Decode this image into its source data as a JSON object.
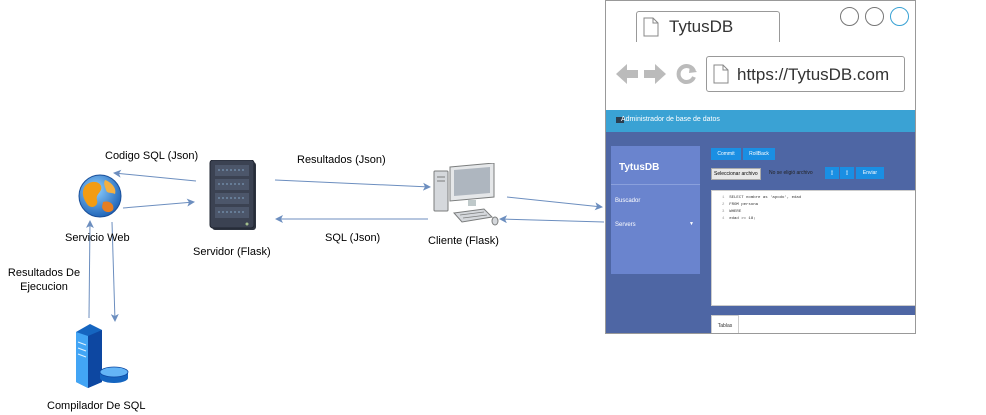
{
  "nodes": {
    "servicio_web": "Servicio Web",
    "servidor": "Servidor (Flask)",
    "cliente": "Cliente (Flask)",
    "compilador": "Compilador De SQL"
  },
  "edges": {
    "codigo_sql": "Codigo SQL (Json)",
    "resultados_json": "Resultados (Json)",
    "sql_json": "SQL (Json)",
    "resultados_ejecucion_line1": "Resultados De",
    "resultados_ejecucion_line2": "Ejecucion"
  },
  "browser": {
    "tab_title": "TytusDB",
    "url": "https://TytusDB.com",
    "app": {
      "header_title": "Administrador de base de datos",
      "sidebar_title": "TytusDB",
      "sidebar_items": [
        "Buscador",
        "Servers"
      ],
      "commit_label": "Commit",
      "rollback_label": "RollBack",
      "file_button": "Seleccionar archivo",
      "file_status": "No se eligió archivo",
      "send_label": "Enviar",
      "code_lines": [
        {
          "num": "1",
          "text": "SELECT nombre as 'apodo', edad"
        },
        {
          "num": "2",
          "text": "FROM persona"
        },
        {
          "num": "3",
          "text": "WHERE"
        },
        {
          "num": "4",
          "text": "edad >= 18;"
        }
      ],
      "results_tab": "Tablas"
    }
  },
  "colors": {
    "arrow": "#6c8ebf",
    "app_bg": "#4e66a4",
    "header": "#3aa2d4",
    "sidebar": "#6a84ce",
    "button": "#1a8fe3"
  }
}
